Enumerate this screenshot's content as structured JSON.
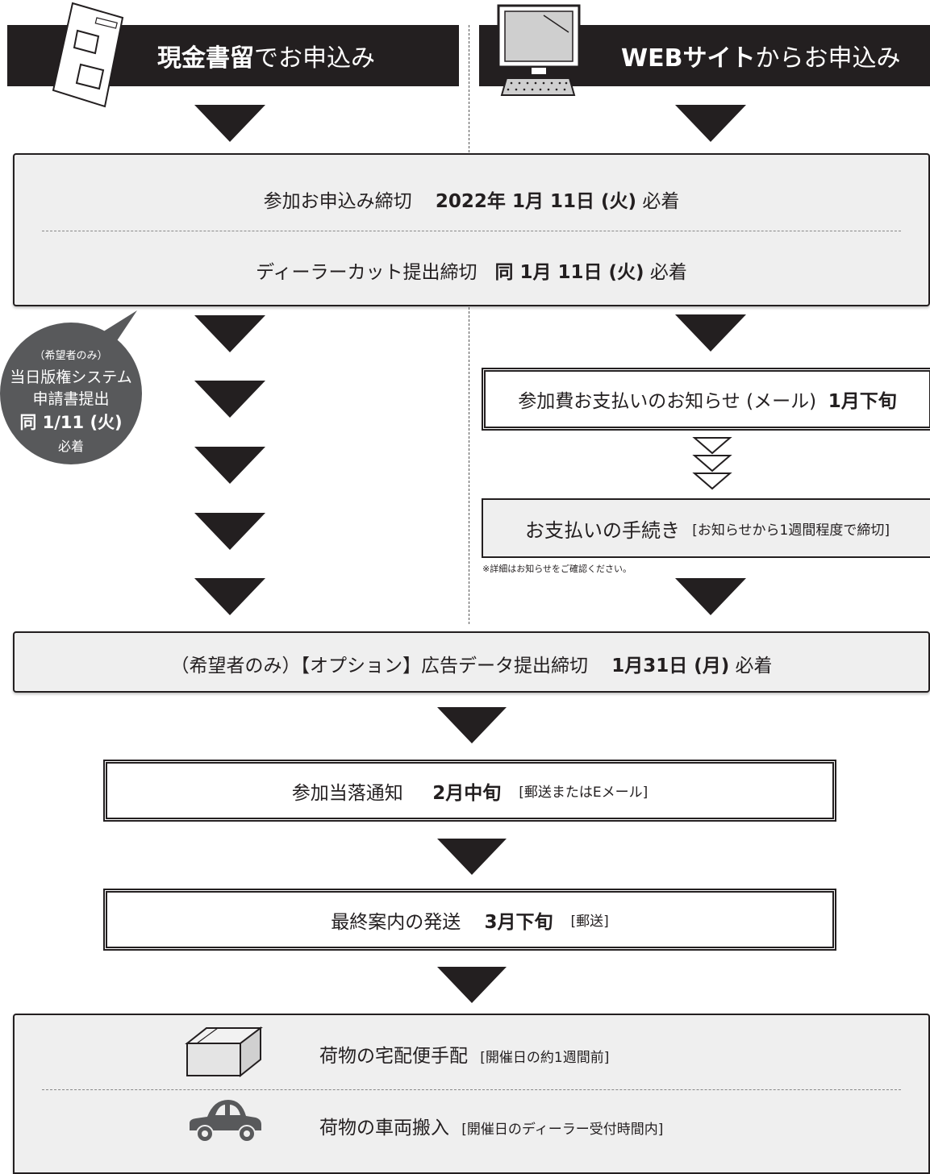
{
  "header_left": {
    "bold": "現金書留",
    "rest": "でお申込み"
  },
  "header_right": {
    "bold": "WEBサイト",
    "rest": "からお申込み"
  },
  "deadline_box": {
    "row1_label": "参加お申込み締切",
    "row1_date": "2022年 1月 11日 (火)",
    "row1_suffix": "必着",
    "row2_label": "ディーラーカット提出締切",
    "row2_date": "同 1月 11日 (火)",
    "row2_suffix": "必着"
  },
  "bubble": {
    "line1": "（希望者のみ）",
    "line2": "当日版権システム",
    "line3": "申請書提出",
    "line4": "同 1/11 (火)",
    "line5": "必着"
  },
  "payment_notice": {
    "label": "参加費お支払いのお知らせ (メール)",
    "date": "1月下旬"
  },
  "payment_procedure": {
    "label": "お支払いの手続き",
    "note": "[お知らせから1週間程度で締切]"
  },
  "footnote": "※詳細はお知らせをご確認ください。",
  "ad_deadline": {
    "label": "（希望者のみ）【オプション】広告データ提出締切",
    "date": "1月31日 (月)",
    "suffix": "必着"
  },
  "result_notice": {
    "label": "参加当落通知",
    "date": "2月中旬",
    "note": "[郵送またはEメール]"
  },
  "final_guide": {
    "label": "最終案内の発送",
    "date": "3月下旬",
    "note": "[郵送]"
  },
  "delivery": {
    "row1_label": "荷物の宅配便手配",
    "row1_note": "[開催日の約1週間前]",
    "row2_label": "荷物の車両搬入",
    "row2_note": "[開催日のディーラー受付時間内]"
  }
}
